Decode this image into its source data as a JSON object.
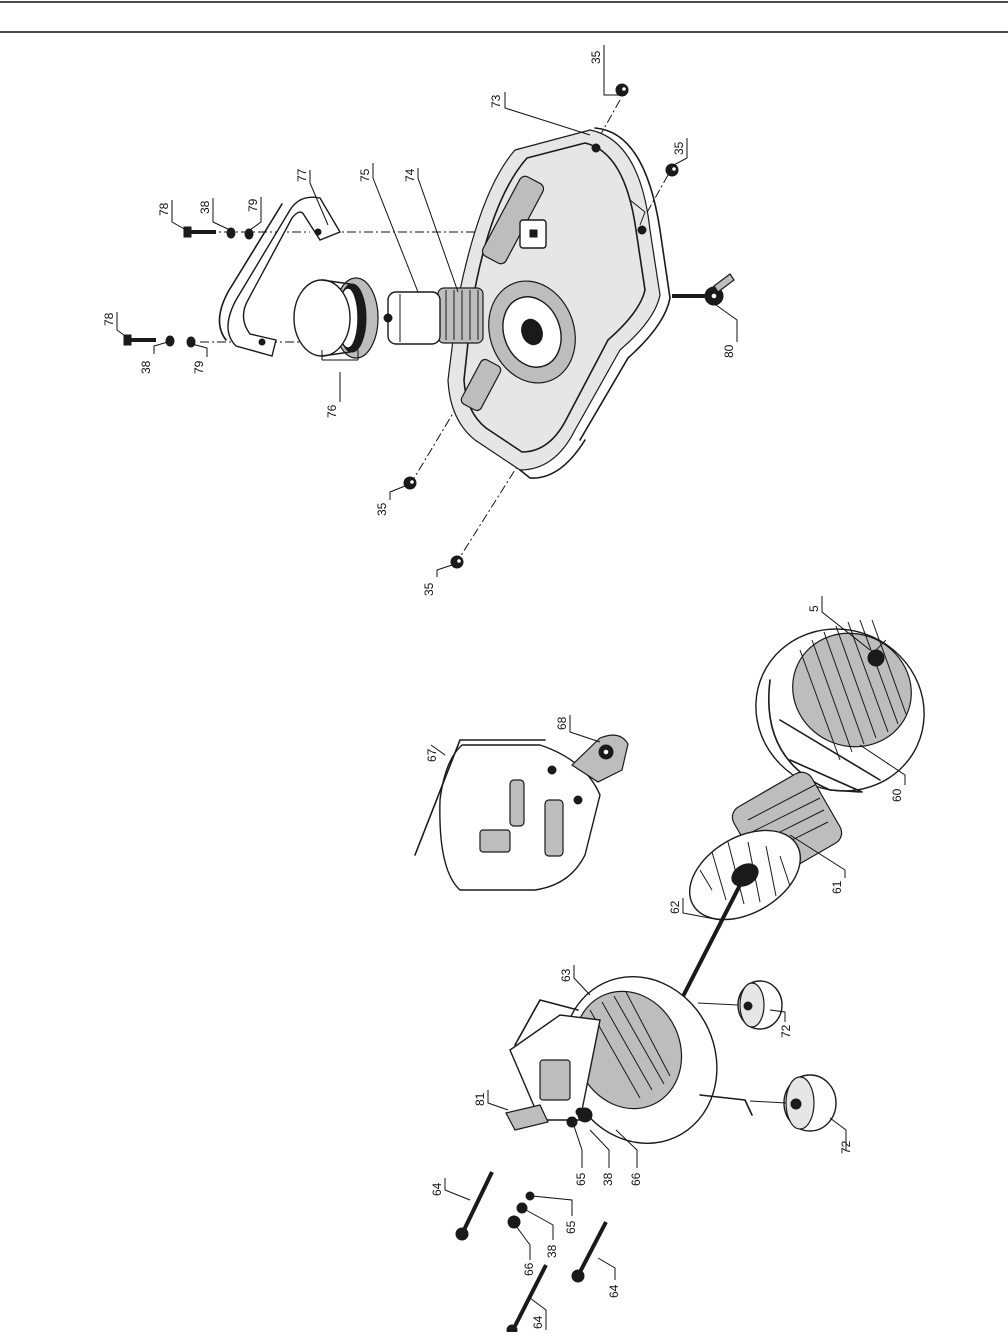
{
  "labels": {
    "l35a": "35",
    "l35b": "35",
    "l35c": "35",
    "l35d": "35",
    "l73": "73",
    "l77": "77",
    "l75": "75",
    "l74": "74",
    "l78a": "78",
    "l38a": "38",
    "l79a": "79",
    "l78b": "78",
    "l38b": "38",
    "l79b": "79",
    "l76": "76",
    "l80": "80",
    "l5": "5",
    "l67": "67",
    "l68": "68",
    "l60": "60",
    "l61": "61",
    "l62": "62",
    "l63": "63",
    "l72a": "72",
    "l72b": "72",
    "l81": "81",
    "l65a": "65",
    "l38c": "38",
    "l66a": "66",
    "l64a": "64",
    "l65b": "65",
    "l38d": "38",
    "l66b": "66",
    "l64b": "64",
    "l64c": "64"
  }
}
